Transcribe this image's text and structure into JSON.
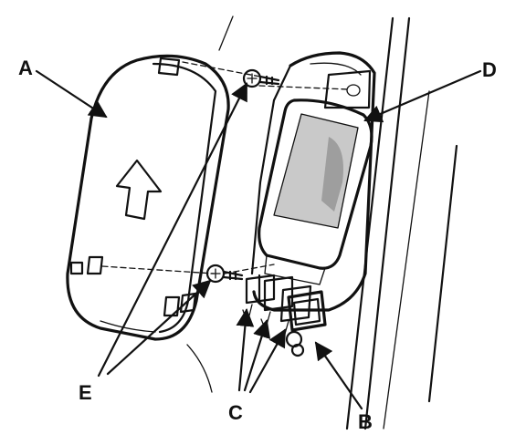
{
  "callouts": {
    "a": "A",
    "b": "B",
    "c": "C",
    "d": "D",
    "e": "E"
  },
  "colors": {
    "ink": "#111111",
    "shade": "#c9c9c9",
    "background": "#ffffff"
  }
}
